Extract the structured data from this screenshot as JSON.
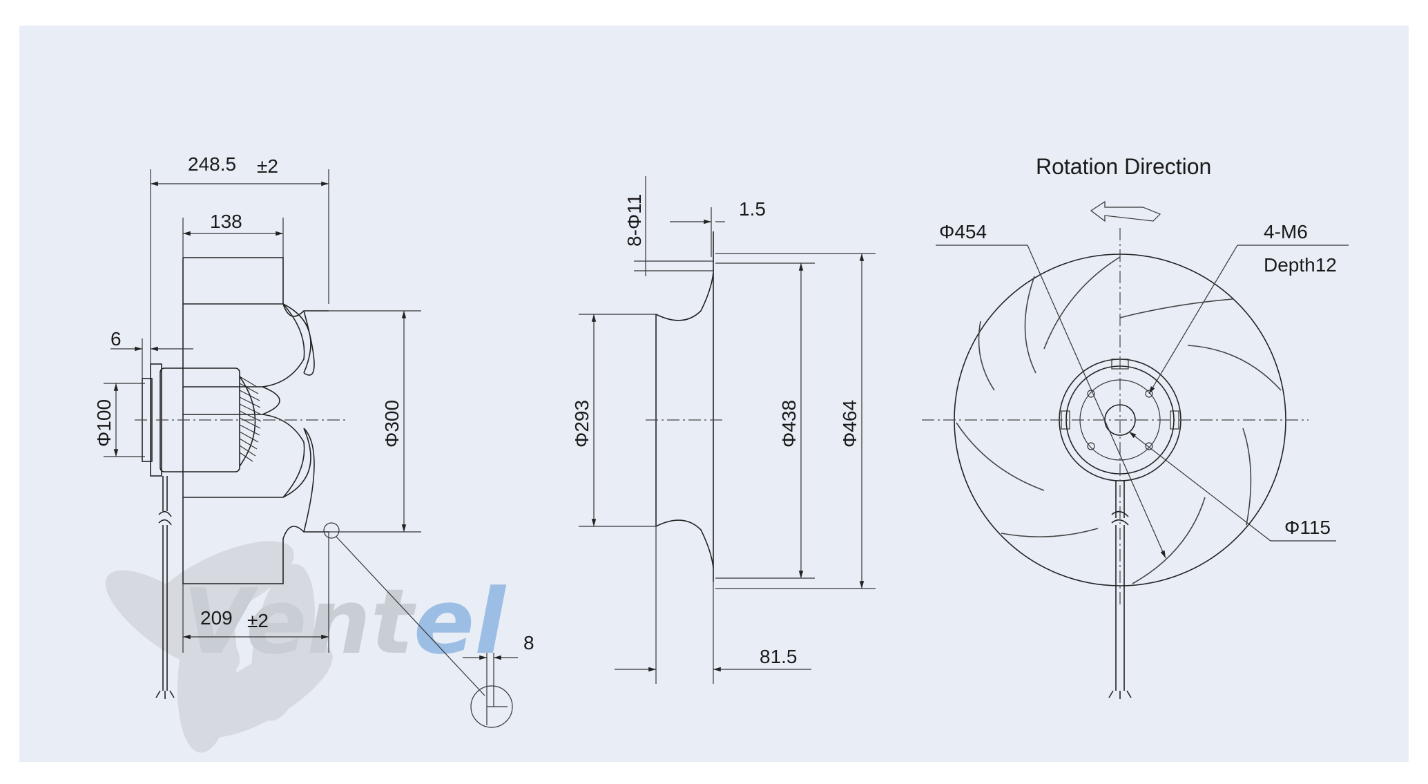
{
  "side_view": {
    "overall_length": "248.5",
    "overall_tolerance": "±2",
    "impeller_width": "138",
    "flange_offset": "6",
    "hub_diameter": "Φ100",
    "inlet_diameter": "Φ300",
    "cable_length": "209",
    "cable_tolerance": "±2",
    "detail_dimension": "8"
  },
  "section_view": {
    "mounting_holes": "8-Φ11",
    "plate_thickness": "1.5",
    "inner_diameter": "Φ293",
    "bolt_circle": "Φ438",
    "outer_diameter": "Φ464",
    "depth": "81.5"
  },
  "front_view": {
    "rotation_label": "Rotation  Direction",
    "impeller_diameter": "Φ454",
    "thread_label": "4-M6",
    "thread_depth": "Depth12",
    "hub_circle": "Φ115"
  },
  "watermark": {
    "text": "Ventel",
    "color_main": "#c4c9d0",
    "color_accent": "#8fb6e2"
  },
  "colors": {
    "background": "#e9eef6",
    "line": "#222222"
  }
}
